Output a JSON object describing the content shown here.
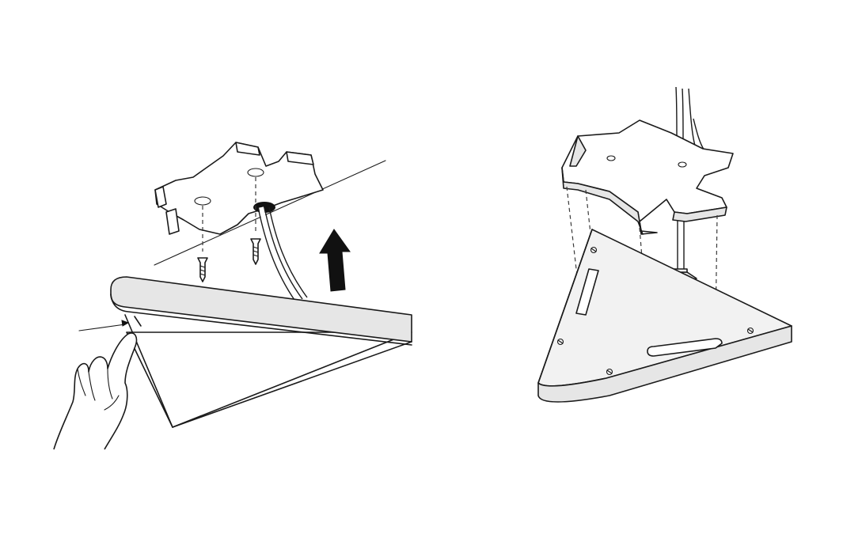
{
  "figure": {
    "panels": [
      {
        "id": "step-remove",
        "elements": [
          "mounting-bracket",
          "screw",
          "screw",
          "power-cable",
          "triangle-panel",
          "release-hand",
          "up-arrow",
          "ceiling-line"
        ]
      },
      {
        "id": "step-attach",
        "elements": [
          "mounting-bracket",
          "power-cable",
          "cable-grommet",
          "triangle-panel",
          "mounting-slot",
          "mounting-slot",
          "alignment-guides"
        ]
      }
    ],
    "colors": {
      "line": "#1a1a1a",
      "panel_fill": "#f2f2f2",
      "edge_fill": "#e6e6e6",
      "arrow": "#111111",
      "background": "#ffffff"
    },
    "icons": {
      "lift-direction": "up-arrow-icon",
      "press-hint": "hand-icon"
    }
  }
}
